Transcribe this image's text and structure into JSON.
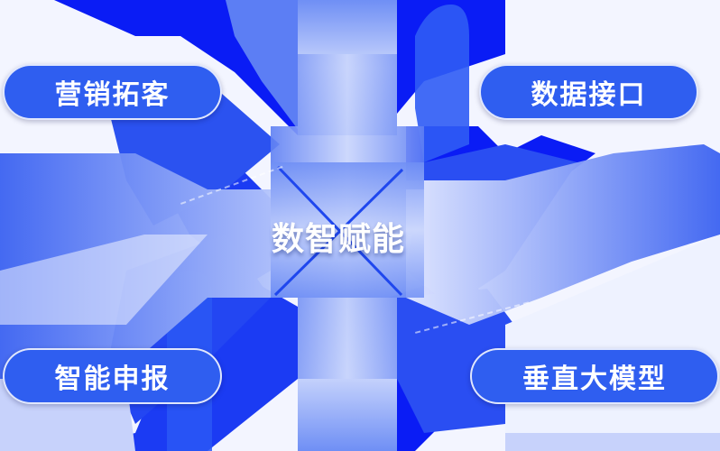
{
  "center": {
    "label": "数智赋能",
    "icon": "x-cross-icon"
  },
  "nodes": [
    {
      "id": "top-left",
      "label": "营销拓客"
    },
    {
      "id": "top-right",
      "label": "数据接口"
    },
    {
      "id": "bottom-left",
      "label": "智能申报"
    },
    {
      "id": "bottom-right",
      "label": "垂直大模型"
    }
  ],
  "colors": {
    "pill": "#2f5ef0",
    "deep_blue": "#0a1cf5",
    "mid_blue": "#3f66f2",
    "light_blue": "#a9bdfa",
    "page_bg": "#f3f5ff"
  }
}
